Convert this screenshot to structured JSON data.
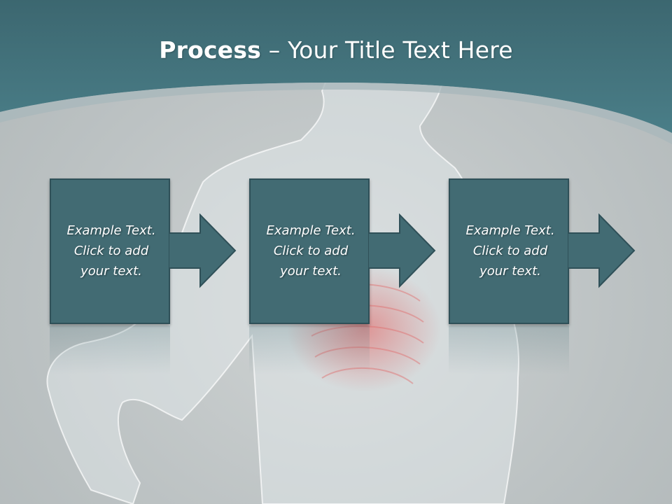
{
  "slide": {
    "title_bold": "Process",
    "title_rest": " – Your Title Text Here"
  },
  "steps": [
    {
      "line1": "Example Text.",
      "line2": "Click  to add",
      "line3": "your text."
    },
    {
      "line1": "Example Text.",
      "line2": "Click  to add",
      "line3": "your text."
    },
    {
      "line1": "Example Text.",
      "line2": "Click  to add",
      "line3": "your text."
    }
  ],
  "colors": {
    "header": "#41727c",
    "box": "#426b73",
    "box_border": "#2f5058",
    "background": "#c3c8c8"
  }
}
